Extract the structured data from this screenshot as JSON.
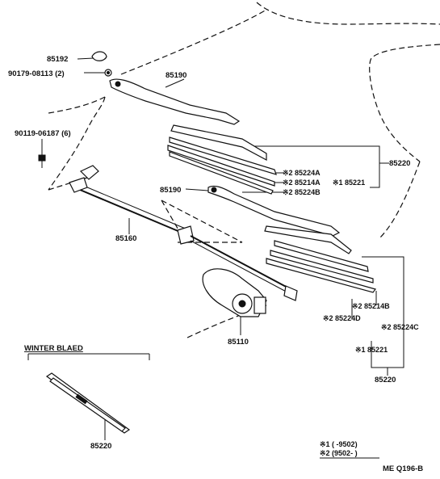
{
  "labels": {
    "p85192": "85192",
    "p90179": "90179-08113 (2)",
    "p85190_top": "85190",
    "p90119": "90119-06187 (6)",
    "p85220_right": "85220",
    "n85224a": "※2  85224A",
    "n85214a": "※2  85214A",
    "mark1_85221_top": "※1  85221",
    "n85224b": "※2  85224B",
    "p85190_mid": "85190",
    "p85160": "85160",
    "n85214b": "※2  85214B",
    "n85224d": "※2  85224D",
    "n85224c": "※2  85224C",
    "mark1_85221_bottom": "※1  85221",
    "p85110": "85110",
    "p85220_bottom": "85220",
    "winter_title": "WINTER BLAED",
    "p85220_winter": "85220"
  },
  "legend": {
    "row1": "※1  (       -9502)",
    "row2": "※2  (9502-        )"
  },
  "catalog_code": "ME Q196-B"
}
